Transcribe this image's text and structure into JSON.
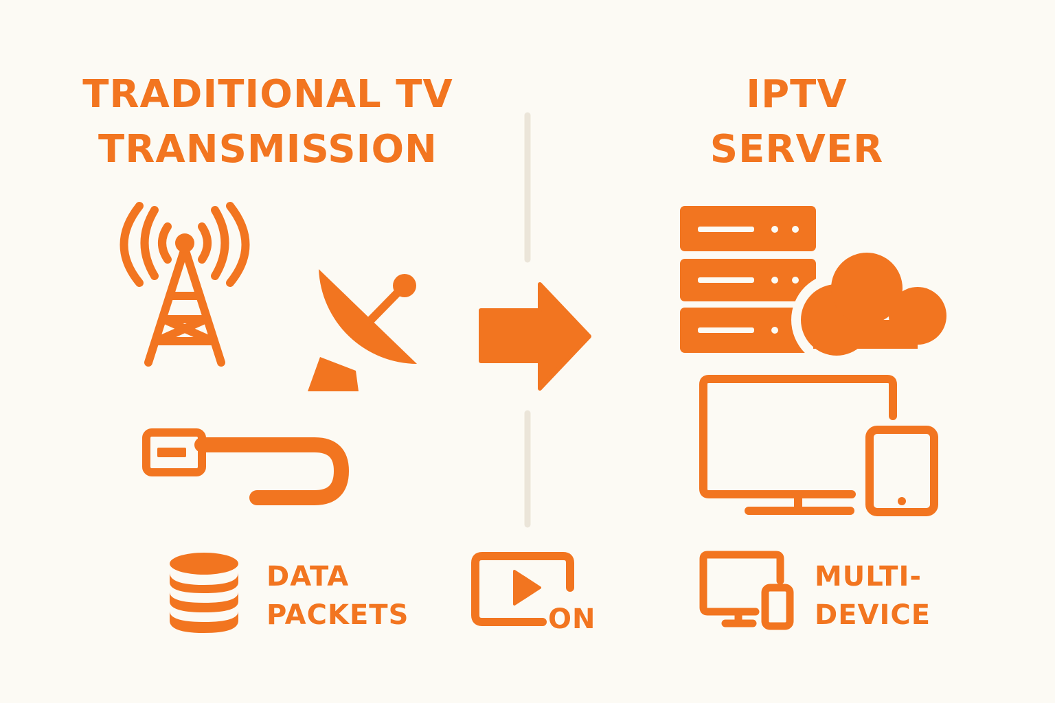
{
  "left": {
    "title_line1": "TRADITIONAL TV",
    "title_line2": "TRANSMISSION"
  },
  "right": {
    "title_line1": "IPTV",
    "title_line2": "SERVER"
  },
  "bottom": {
    "data_line1": "DATA",
    "data_line2": "PACKETS",
    "on_label": "ON",
    "multi_line1": "MULTI-",
    "multi_line2": "DEVICE"
  },
  "colors": {
    "accent": "#f27520",
    "divider": "#ebe5d9",
    "background": "#fcfaf4"
  },
  "icons": [
    "broadcast-tower-icon",
    "satellite-dish-icon",
    "cable-icon",
    "arrow-right-icon",
    "server-rack-icon",
    "cloud-icon",
    "monitor-icon",
    "tablet-icon",
    "database-icon",
    "video-play-icon",
    "multi-device-icon"
  ]
}
